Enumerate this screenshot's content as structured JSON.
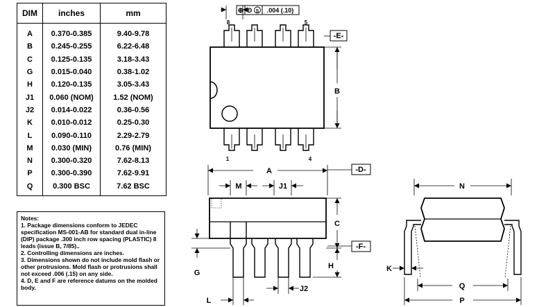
{
  "table": {
    "headers": [
      "DIM",
      "inches",
      "mm"
    ],
    "rows": [
      [
        "A",
        "0.370-0.385",
        "9.40-9.78"
      ],
      [
        "B",
        "0.245-0.255",
        "6.22-6.48"
      ],
      [
        "C",
        "0.125-0.135",
        "3.18-3.43"
      ],
      [
        "G",
        "0.015-0.040",
        "0.38-1.02"
      ],
      [
        "H",
        "0.120-0.135",
        "3.05-3.43"
      ],
      [
        "J1",
        "0.060 (NOM)",
        "1.52 (NOM)"
      ],
      [
        "J2",
        "0.014-0.022",
        "0.36-0.56"
      ],
      [
        "K",
        "0.010-0.012",
        "0.25-0.30"
      ],
      [
        "L",
        "0.090-0.110",
        "2.29-2.79"
      ],
      [
        "M",
        "0.030 (MIN)",
        "0.76 (MIN)"
      ],
      [
        "N",
        "0.300-0.320",
        "7.62-8.13"
      ],
      [
        "P",
        "0.300-0.390",
        "7.62-9.91"
      ],
      [
        "Q",
        "0.300 BSC",
        "7.62 BSC"
      ]
    ]
  },
  "notes": {
    "title": "Notes:",
    "items": [
      "1.  Package dimensions conform to JEDEC specification MS-001-AB for standard dual in-line (DIP) package .300 inch row spacing (PLASTIC) 8 leads (issue B, 7/85)..",
      "2.  Controlling dimensions are inches.",
      "3.  Dimensions shown do not include mold flash or other protrusions.  Mold flash or protrusions shall not exceed .006 (.15) on any side.",
      "4.  D, E and F are reference datums on the molded body."
    ]
  },
  "drawing": {
    "tolerance": {
      "symbol": "⊕",
      "datum": "D",
      "modifier": "S",
      "value": ".004 (.10)"
    },
    "datums": {
      "E": "-E-",
      "D": "-D-",
      "F": "-F-"
    },
    "pins": {
      "p8": "8",
      "p5": "5",
      "p1": "1",
      "p4": "4"
    },
    "labels": {
      "A": "A",
      "B": "B",
      "C": "C",
      "G": "G",
      "H": "H",
      "J1": "J1",
      "J2": "J2",
      "K": "K",
      "L": "L",
      "M": "M",
      "N": "N",
      "P": "P",
      "Q": "Q"
    }
  }
}
